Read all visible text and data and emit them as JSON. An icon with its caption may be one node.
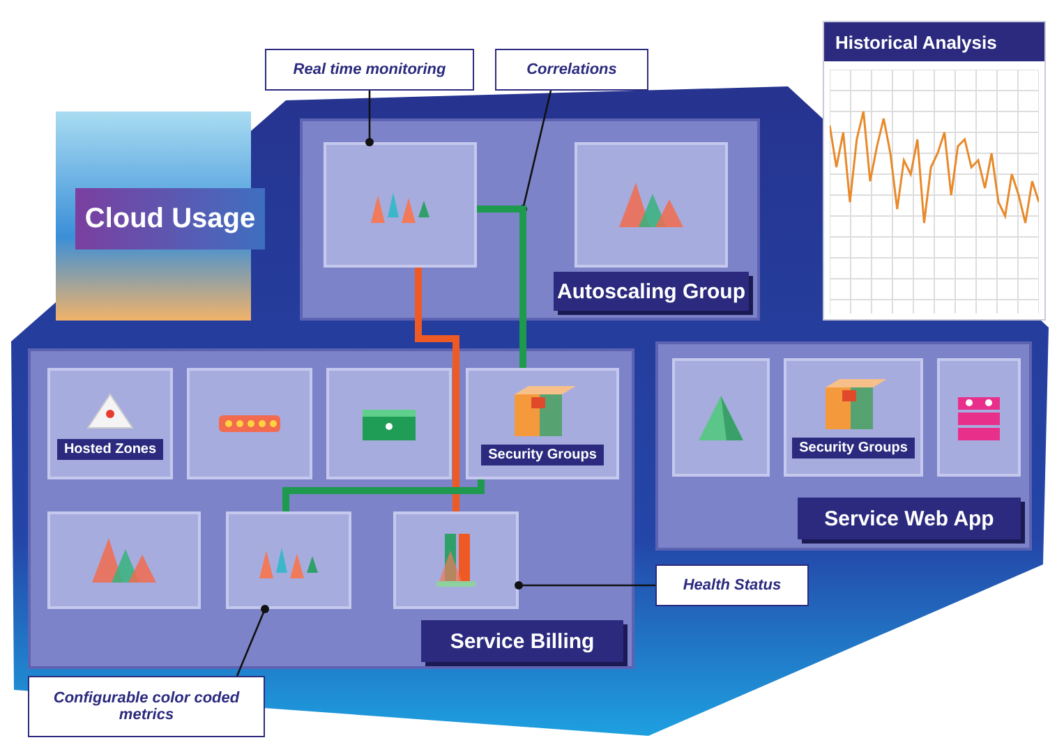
{
  "diagram": {
    "nodes": [
      {
        "text": [
          "Cloud Usage"
        ]
      },
      {
        "text": [
          "Historical Analysis"
        ]
      },
      {
        "text": [
          "Real time monitoring"
        ]
      },
      {
        "text": [
          "Correlations"
        ]
      },
      {
        "text": [
          "Autoscaling Group"
        ]
      },
      {
        "text": [],
        "shape": "box",
        "in": 4
      },
      {
        "text": [],
        "shape": "box",
        "in": 4
      },
      {
        "text": [
          "Service Web App"
        ]
      },
      {
        "text": [],
        "shape": "box",
        "in": 7
      },
      {
        "text": [
          "Security Groups"
        ],
        "in": 7
      },
      {
        "text": [],
        "shape": "box",
        "in": 7
      },
      {
        "text": [
          "Health Status"
        ]
      },
      {
        "text": [
          "Service Billing"
        ]
      },
      {
        "text": [
          "Hosted Zones"
        ],
        "in": 12
      },
      {
        "text": [],
        "shape": "box",
        "in": 12
      },
      {
        "text": [],
        "shape": "box",
        "in": 12
      },
      {
        "text": [
          "Security Groups"
        ],
        "in": 12
      },
      {
        "text": [],
        "shape": "box",
        "in": 12
      },
      {
        "text": [],
        "shape": "box",
        "in": 12
      },
      {
        "text": [],
        "shape": "box",
        "in": 12
      },
      {
        "text": [
          "Configurable color coded metrics"
        ]
      }
    ],
    "edges": [
      {
        "from": 2,
        "to": 5,
        "arrow": "other"
      },
      {
        "from": 3,
        "to": null,
        "arrow": "other"
      },
      {
        "from": 11,
        "to": 19,
        "arrow": "other"
      },
      {
        "from": 20,
        "to": 18,
        "arrow": "other"
      },
      {
        "from": 5,
        "to": 16,
        "arrow": "none",
        "style": "thick",
        "color": "#1e9a4e"
      },
      {
        "from": 5,
        "to": 19,
        "arrow": "none",
        "style": "thick",
        "color": "#ef5a24"
      },
      {
        "from": 16,
        "to": 18,
        "arrow": "none",
        "style": "thick",
        "color": "#1e9a4e"
      }
    ]
  }
}
